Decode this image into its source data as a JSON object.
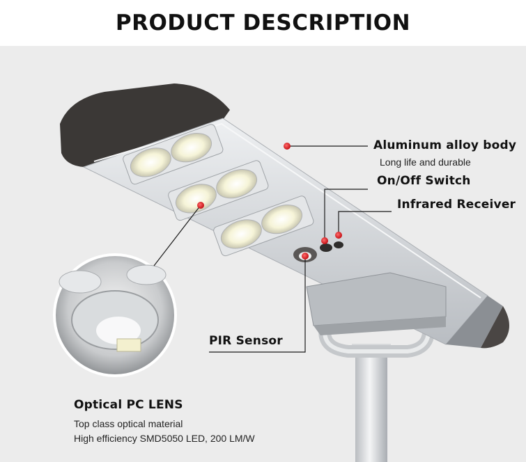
{
  "header": {
    "title": "PRODUCT DESCRIPTION"
  },
  "callouts": {
    "body": {
      "title": "Aluminum alloy body",
      "subtitle": "Long life and durable"
    },
    "switch": {
      "title": "On/Off Switch"
    },
    "receiver": {
      "title": "Infrared Receiver"
    },
    "pir": {
      "title": "PIR Sensor"
    },
    "lens": {
      "title": "Optical PC LENS",
      "line1": "Top class optical material",
      "line2": "High efficiency SMD5050 LED, 200 LM/W"
    }
  },
  "colors": {
    "accent": "#e0262b",
    "body": "#cfd2d6",
    "cap": "#3b3836",
    "background": "#ececec"
  }
}
